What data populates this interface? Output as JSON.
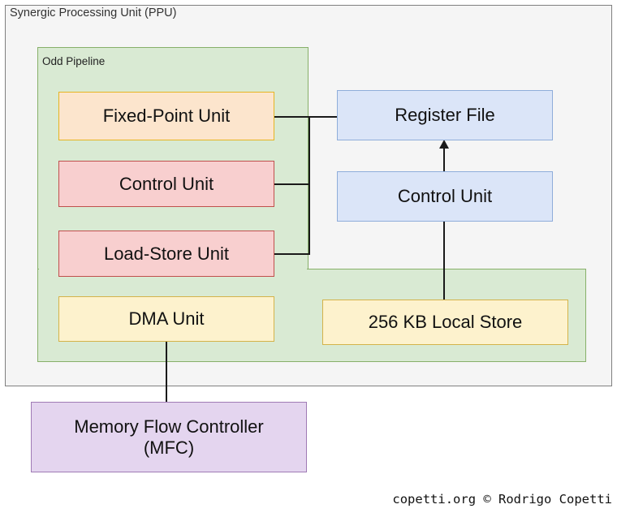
{
  "diagram": {
    "title": "Synergic Processing Unit (PPU)",
    "subgroup_title": "Odd Pipeline",
    "footer": "copetti.org © Rodrigo Copetti",
    "colors": {
      "outer_fill": "#f5f5f5",
      "outer_border": "#808080",
      "group_fill": "#d9ead3",
      "group_border": "#87b069",
      "peach_fill": "#fce5cd",
      "peach_border": "#e6b422",
      "pink_fill": "#f8cfcf",
      "pink_border": "#c0504d",
      "yellow_fill": "#fdf2cd",
      "yellow_border": "#d4b34a",
      "blue_fill": "#dbe5f8",
      "blue_border": "#8fadda",
      "purple_fill": "#e4d5ef",
      "purple_border": "#9f7bb5",
      "line": "#1a1a1a"
    },
    "nodes": [
      {
        "id": "fixed-point-unit",
        "label": "Fixed-Point Unit"
      },
      {
        "id": "control-unit-odd",
        "label": "Control Unit"
      },
      {
        "id": "load-store-unit",
        "label": "Load-Store Unit"
      },
      {
        "id": "dma-unit",
        "label": "DMA Unit"
      },
      {
        "id": "register-file",
        "label": "Register File"
      },
      {
        "id": "control-unit-main",
        "label": "Control Unit"
      },
      {
        "id": "local-store",
        "label": "256 KB Local Store"
      },
      {
        "id": "memory-flow-controller",
        "label_line1": "Memory Flow Controller",
        "label_line2": "(MFC)"
      }
    ]
  }
}
